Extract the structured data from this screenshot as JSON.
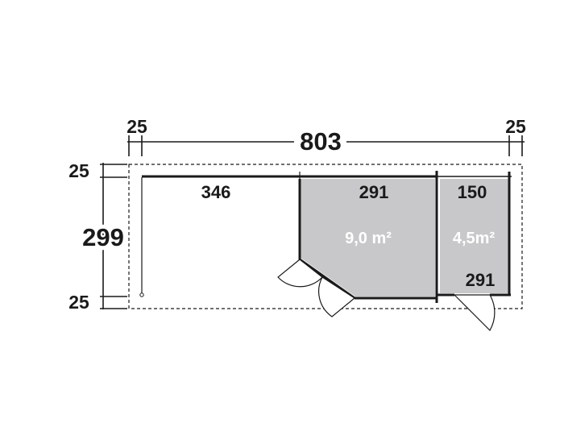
{
  "dimensions": {
    "top_left": "25",
    "top_total": "803",
    "top_right": "25",
    "left_top": "25",
    "left_total": "299",
    "left_bottom": "25"
  },
  "rooms": {
    "covered_area": {
      "width": "346"
    },
    "room_large": {
      "width": "291",
      "area": "9,0 m²"
    },
    "room_small": {
      "width": "150",
      "depth": "291",
      "area": "4,5m²"
    }
  },
  "colors": {
    "room_fill": "#c8c8ca",
    "line": "#1a1a1a",
    "area_text": "#ffffff"
  }
}
